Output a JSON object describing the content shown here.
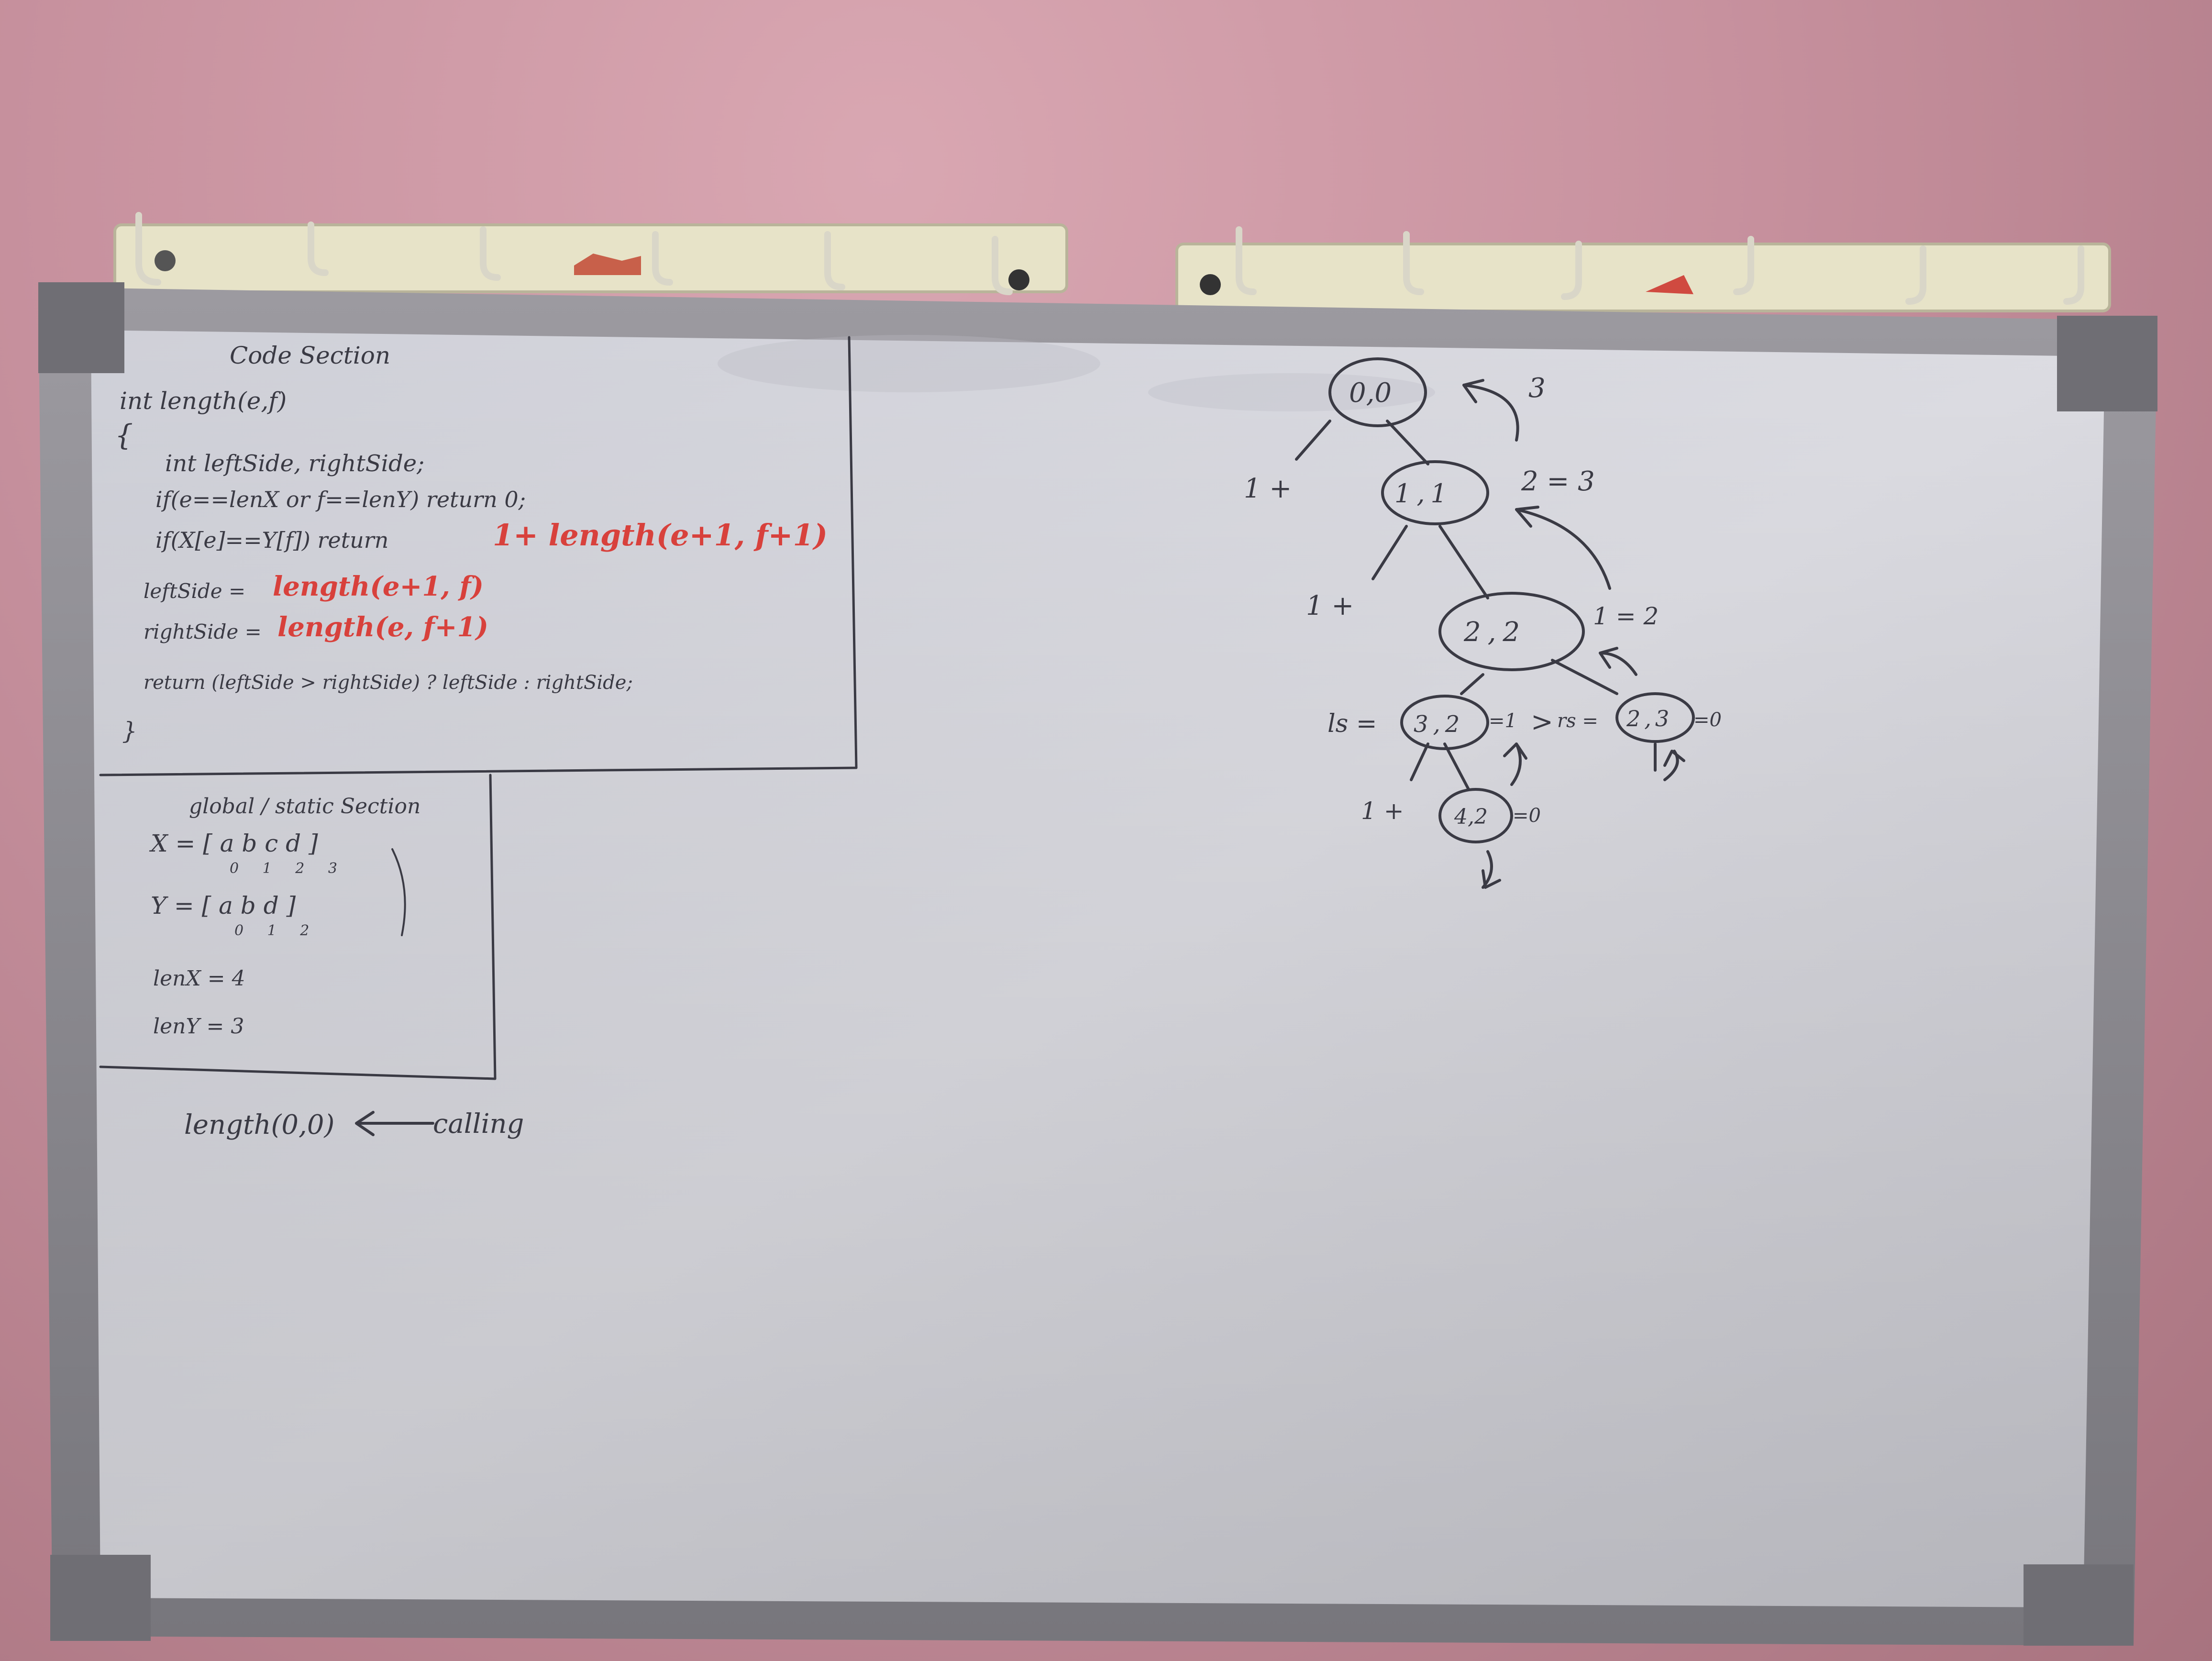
{
  "board": {
    "code_section": {
      "title": "Code Section",
      "lines": [
        {
          "text": "int length(e,f)",
          "color": "dark"
        },
        {
          "text": "{",
          "color": "dark"
        },
        {
          "text": "int leftSide, rightSide;",
          "color": "dark"
        },
        {
          "text": "if(e==lenX or f==lenY) return 0;",
          "color": "dark"
        },
        {
          "text": "if(X[e]==Y[f]) return",
          "color": "dark",
          "red_suffix": "1+ length(e+1, f+1)"
        },
        {
          "text": "leftSide =",
          "color": "dark",
          "red_suffix": "length(e+1, f)"
        },
        {
          "text": "rightSide =",
          "color": "dark",
          "red_suffix": "length(e, f+1)"
        },
        {
          "text": "return (leftSide > rightSide) ? leftSide : rightSide;",
          "color": "dark"
        },
        {
          "text": "}",
          "color": "dark"
        }
      ]
    },
    "global_section": {
      "title": "global / static Section",
      "x_array": "X = [ a b c d ]",
      "x_indices": "0 1 2 3",
      "y_array": "Y = [ a b d ]",
      "y_indices": "0 1 2",
      "len_x": "lenX = 4",
      "len_y": "lenY = 3"
    },
    "calling": {
      "call": "length(0,0)",
      "label": "calling"
    },
    "tree": {
      "nodes": [
        "0,0",
        "1,1",
        "2,2",
        "3,2",
        "2,3",
        "4,2"
      ],
      "annotations": {
        "root_return": "3",
        "one_plus_a": "1 +",
        "n11_result": "2 = 3",
        "one_plus_b": "1 +",
        "n22_result": "1 = 2",
        "ls_label": "ls =",
        "n32_result": "=1",
        "compare": ">",
        "rs_label": "rs =",
        "n23_result": "=0",
        "one_plus_c": "1 +",
        "n42_result": "=0"
      }
    },
    "accent_colors": {
      "ink": "#3a3a44",
      "red_marker": "#d8413c",
      "board_surface": "#d6d6dc",
      "wall": "#c7919e"
    }
  }
}
